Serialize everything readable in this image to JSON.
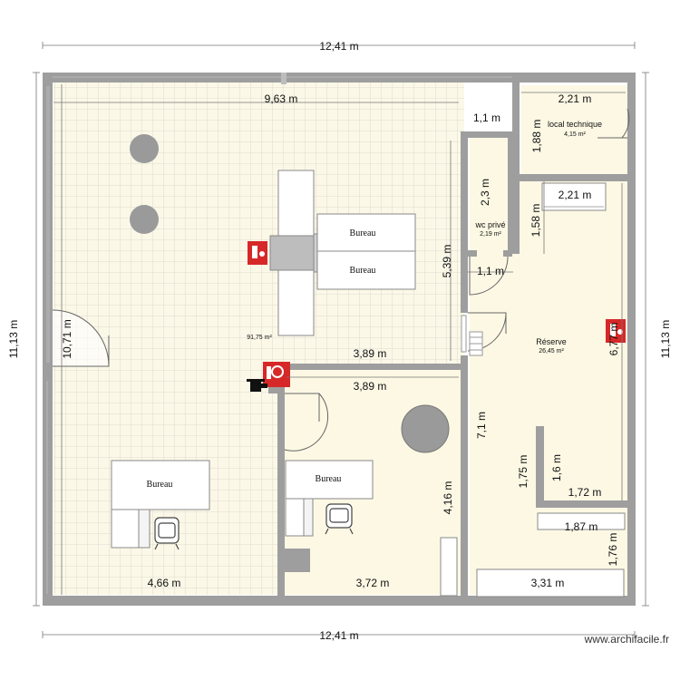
{
  "dimensions": {
    "top_overall": "12,41 m",
    "bottom_overall": "12,41 m",
    "left_overall": "11,13 m",
    "right_overall": "11,13 m",
    "main_top": "9,63 m",
    "main_left": "10,71 m",
    "corr_top": "1,1 m",
    "corr_bottom": "1,1 m",
    "wc_height": "2,3 m",
    "local_width": "2,21 m",
    "local_height": "1,88 m",
    "reserve_top_width": "2,21 m",
    "reserve_side": "1,58 m",
    "partition_left": "5,39 m",
    "office_top_a": "3,89 m",
    "office_top_b": "3,89 m",
    "reserve_height": "6,77 m",
    "reserve_left": "7,1 m",
    "office_height": "4,16 m",
    "bottom_left_width": "4,66 m",
    "bottom_mid_width": "3,72 m",
    "bottom_right_width": "3,31 m",
    "stock_h1": "1,75 m",
    "stock_h2": "1,6 m",
    "stock_w1": "1,72 m",
    "stock_w2": "1,87 m",
    "stock_h3": "1,76 m"
  },
  "rooms": {
    "main_area": "91,75 m²",
    "local_technique": "local technique",
    "local_technique_area": "4,15 m²",
    "wc": "wc privé",
    "wc_area": "2,19 m²",
    "reserve": "Réserve",
    "reserve_area": "26,45 m²"
  },
  "furniture": {
    "desk1": "Bureau",
    "desk2": "Bureau",
    "desk3": "Bureau",
    "desk4": "Bureau"
  },
  "watermark": "www.archifacile.fr",
  "colors": {
    "wall": "#9e9e9e",
    "floor_tile": "#fbf8e8",
    "floor_plain": "#fcf8e4",
    "grid": "#d6d3c6",
    "extinguisher": "#d62828",
    "pillar": "#9a9a9a"
  },
  "icons": [
    "fire-extinguisher-icon",
    "fire-hose-icon",
    "electric-panel-icon",
    "door-icon",
    "armchair-icon"
  ]
}
